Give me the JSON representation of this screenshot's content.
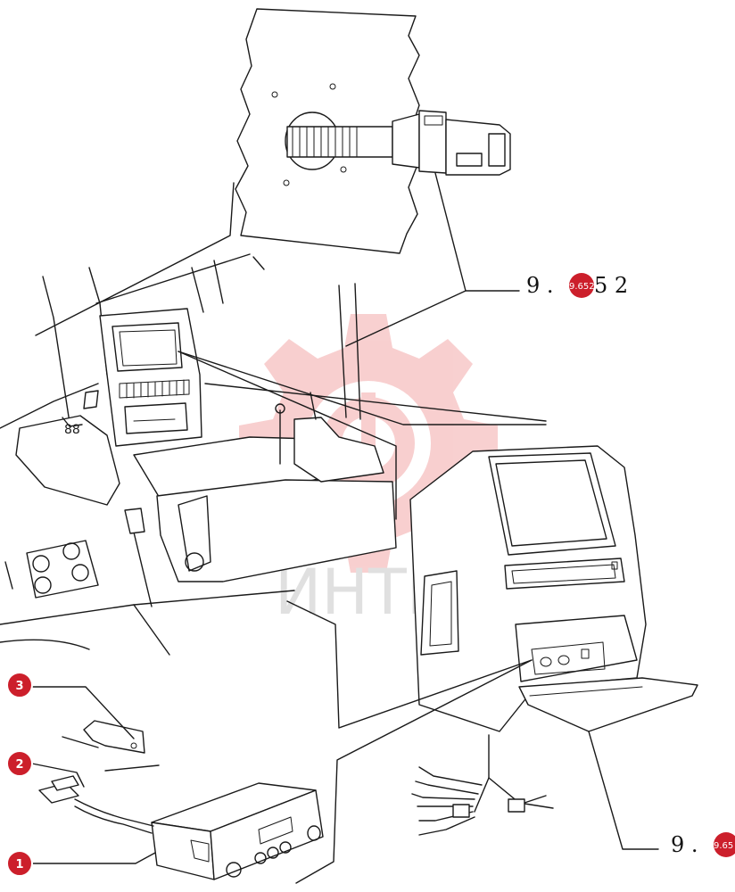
{
  "watermark": {
    "text": "ИНТЕХ",
    "color": "#f6c9c9"
  },
  "callouts": [
    {
      "id": "1",
      "label": "1"
    },
    {
      "id": "2",
      "label": "2"
    },
    {
      "id": "3",
      "label": "3"
    }
  ],
  "references": [
    {
      "text": "9 .",
      "text_tail": "5 2",
      "badge": "9.652"
    },
    {
      "text": "9 .",
      "text_tail": "",
      "badge": "9.65"
    }
  ],
  "colors": {
    "callout": "#cc1f2b",
    "line": "#1a1a1a"
  }
}
